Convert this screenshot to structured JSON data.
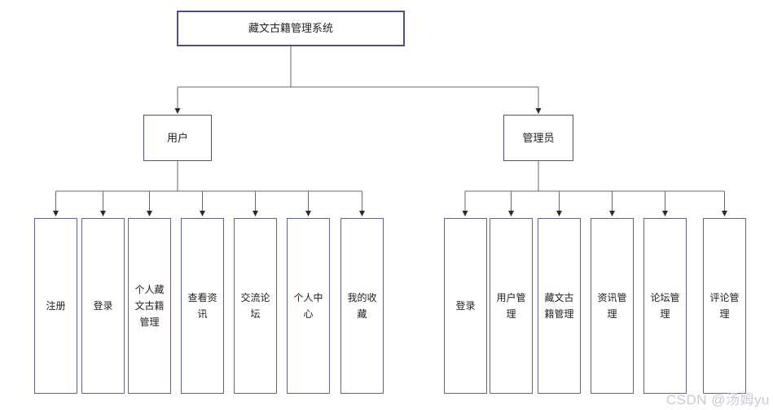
{
  "diagram": {
    "root": {
      "label": "藏文古籍管理系统"
    },
    "branches": [
      {
        "id": "user",
        "label": "用户",
        "children": [
          "注册",
          "登录",
          "个人藏文古籍管理",
          "查看资讯",
          "交流论坛",
          "个人中心",
          "我的收藏"
        ]
      },
      {
        "id": "admin",
        "label": "管理员",
        "children": [
          "登录",
          "用户管理",
          "藏文古籍管理",
          "资讯管理",
          "论坛管理",
          "评论管理"
        ]
      }
    ]
  },
  "watermark": "CSDN @汤姆yu",
  "colors": {
    "background": "#ffffff",
    "box_border": "#4a5382",
    "box_border_light": "#5d6590",
    "connector": "#666666",
    "arrow": "#2b2b2b",
    "text": "#1f1f1f",
    "watermark": "#c9cbd6"
  }
}
